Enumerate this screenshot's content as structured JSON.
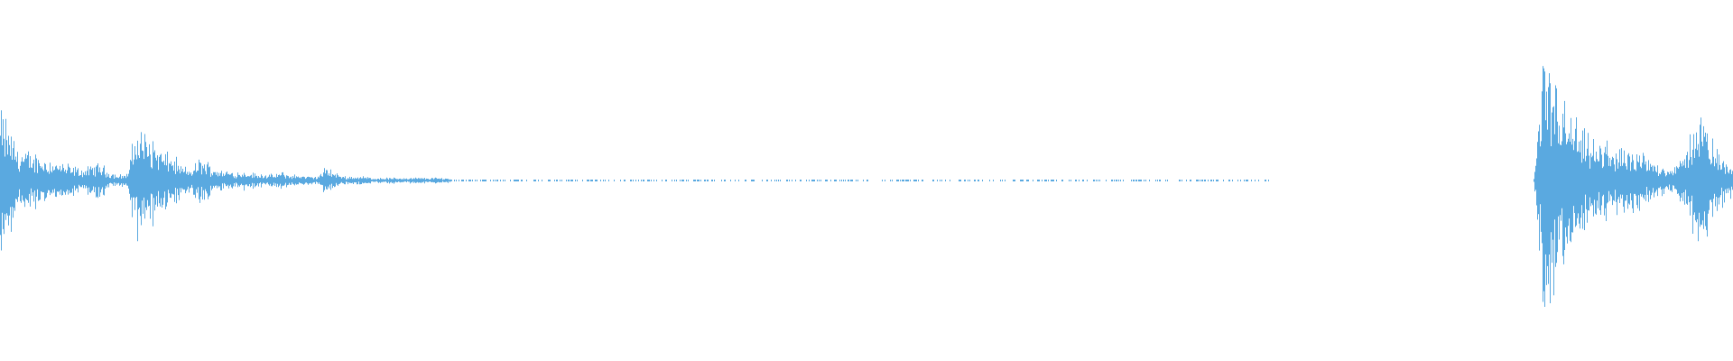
{
  "waveform": {
    "color": "#5aa9e0",
    "amplitude_envelope": [
      0.5,
      0.38,
      0.22,
      0.2,
      0.19,
      0.16,
      0.14,
      0.12,
      0.1,
      0.08,
      0.1,
      0.13,
      0.06,
      0.04,
      0.05,
      0.4,
      0.34,
      0.28,
      0.2,
      0.18,
      0.1,
      0.08,
      0.16,
      0.12,
      0.08,
      0.07,
      0.06,
      0.07,
      0.05,
      0.05,
      0.04,
      0.06,
      0.04,
      0.04,
      0.03,
      0.03,
      0.1,
      0.05,
      0.03,
      0.03,
      0.03,
      0.02,
      0.02,
      0.02,
      0.02,
      0.02,
      0.02,
      0.02,
      0.02,
      0.02,
      0.01,
      0.01,
      0.01,
      0.01,
      0.01,
      0.01,
      0.01,
      0.01,
      0.01,
      0.01,
      0.01,
      0.01,
      0.01,
      0.01,
      0.01,
      0.01,
      0.01,
      0.01,
      0.01,
      0.01,
      0.01,
      0.01,
      0.01,
      0.01,
      0.01,
      0.01,
      0.01,
      0.01,
      0.01,
      0.01,
      0.01,
      0.01,
      0.01,
      0.01,
      0.01,
      0.01,
      0.01,
      0.01,
      0.01,
      0.01,
      0.01,
      0.01,
      0.01,
      0.01,
      0.01,
      0.01,
      0.01,
      0.01,
      0.01,
      0.01,
      0.01,
      0.01,
      0.01,
      0.01,
      0.01,
      0.01,
      0.01,
      0.01,
      0.01,
      0.01,
      0.01,
      0.01,
      0.01,
      0.01,
      0.01,
      0.01,
      0.01,
      0.01,
      0.01,
      0.01,
      0.01,
      0.01,
      0.01,
      0.01,
      0.01,
      0.01,
      0.01,
      0.01,
      0.01,
      0.01,
      0.01,
      0.01,
      0.01,
      0.01,
      0.01,
      0.01,
      0.01,
      0.01,
      0.01,
      0.01,
      0.0,
      0.0,
      0.0,
      0.0,
      0.0,
      0.0,
      0.0,
      0.0,
      0.0,
      0.0,
      0.0,
      0.0,
      0.0,
      0.0,
      0.0,
      0.0,
      0.0,
      0.0,
      0.0,
      0.0,
      0.0,
      0.0,
      0.0,
      0.0,
      0.0,
      0.0,
      0.0,
      0.0,
      0.0,
      0.0,
      0.85,
      0.8,
      0.6,
      0.5,
      0.36,
      0.3,
      0.25,
      0.28,
      0.22,
      0.2,
      0.2,
      0.18,
      0.14,
      0.12,
      0.1,
      0.12,
      0.25,
      0.55,
      0.4,
      0.22,
      0.18,
      0.1
    ]
  }
}
